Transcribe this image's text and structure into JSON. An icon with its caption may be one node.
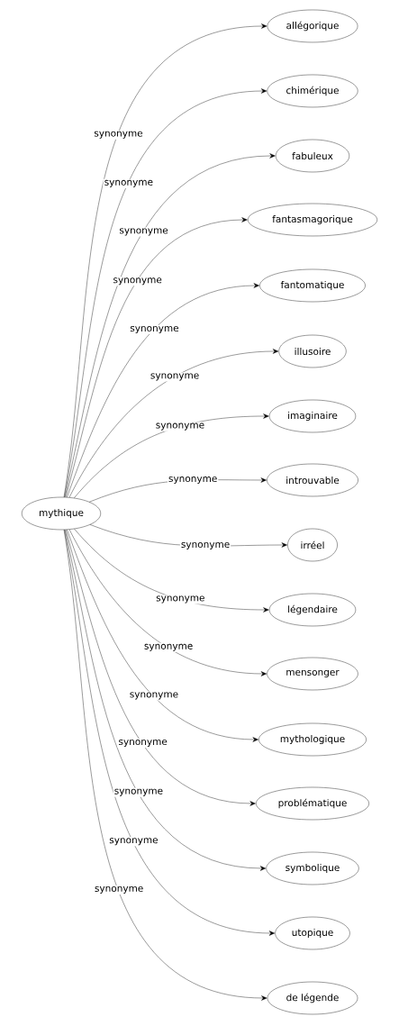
{
  "diagram": {
    "nodes": [
      {
        "text": [
          "mythique"
        ]
      },
      {
        "text": [
          "allégorique"
        ]
      },
      {
        "text": [
          "chimérique"
        ]
      },
      {
        "text": [
          "fabuleux"
        ]
      },
      {
        "text": [
          "fantasmagorique"
        ]
      },
      {
        "text": [
          "fantomatique"
        ]
      },
      {
        "text": [
          "illusoire"
        ]
      },
      {
        "text": [
          "imaginaire"
        ]
      },
      {
        "text": [
          "introuvable"
        ]
      },
      {
        "text": [
          "irréel"
        ]
      },
      {
        "text": [
          "légendaire"
        ]
      },
      {
        "text": [
          "mensonger"
        ]
      },
      {
        "text": [
          "mythologique"
        ]
      },
      {
        "text": [
          "problématique"
        ]
      },
      {
        "text": [
          "symbolique"
        ]
      },
      {
        "text": [
          "utopique"
        ]
      },
      {
        "text": [
          "de légende"
        ]
      }
    ],
    "edges": [
      {
        "from": 0,
        "to": 1,
        "arrow": "to",
        "label": "synonyme"
      },
      {
        "from": 0,
        "to": 2,
        "arrow": "to",
        "label": "synonyme"
      },
      {
        "from": 0,
        "to": 3,
        "arrow": "to",
        "label": "synonyme"
      },
      {
        "from": 0,
        "to": 4,
        "arrow": "to",
        "label": "synonyme"
      },
      {
        "from": 0,
        "to": 5,
        "arrow": "to",
        "label": "synonyme"
      },
      {
        "from": 0,
        "to": 6,
        "arrow": "to",
        "label": "synonyme"
      },
      {
        "from": 0,
        "to": 7,
        "arrow": "to",
        "label": "synonyme"
      },
      {
        "from": 0,
        "to": 8,
        "arrow": "to",
        "label": "synonyme"
      },
      {
        "from": 0,
        "to": 9,
        "arrow": "to",
        "label": "synonyme"
      },
      {
        "from": 0,
        "to": 10,
        "arrow": "to",
        "label": "synonyme"
      },
      {
        "from": 0,
        "to": 11,
        "arrow": "to",
        "label": "synonyme"
      },
      {
        "from": 0,
        "to": 12,
        "arrow": "to",
        "label": "synonyme"
      },
      {
        "from": 0,
        "to": 13,
        "arrow": "to",
        "label": "synonyme"
      },
      {
        "from": 0,
        "to": 14,
        "arrow": "to",
        "label": "synonyme"
      },
      {
        "from": 0,
        "to": 15,
        "arrow": "to",
        "label": "synonyme"
      },
      {
        "from": 0,
        "to": 16,
        "arrow": "to",
        "label": "synonyme"
      }
    ]
  }
}
